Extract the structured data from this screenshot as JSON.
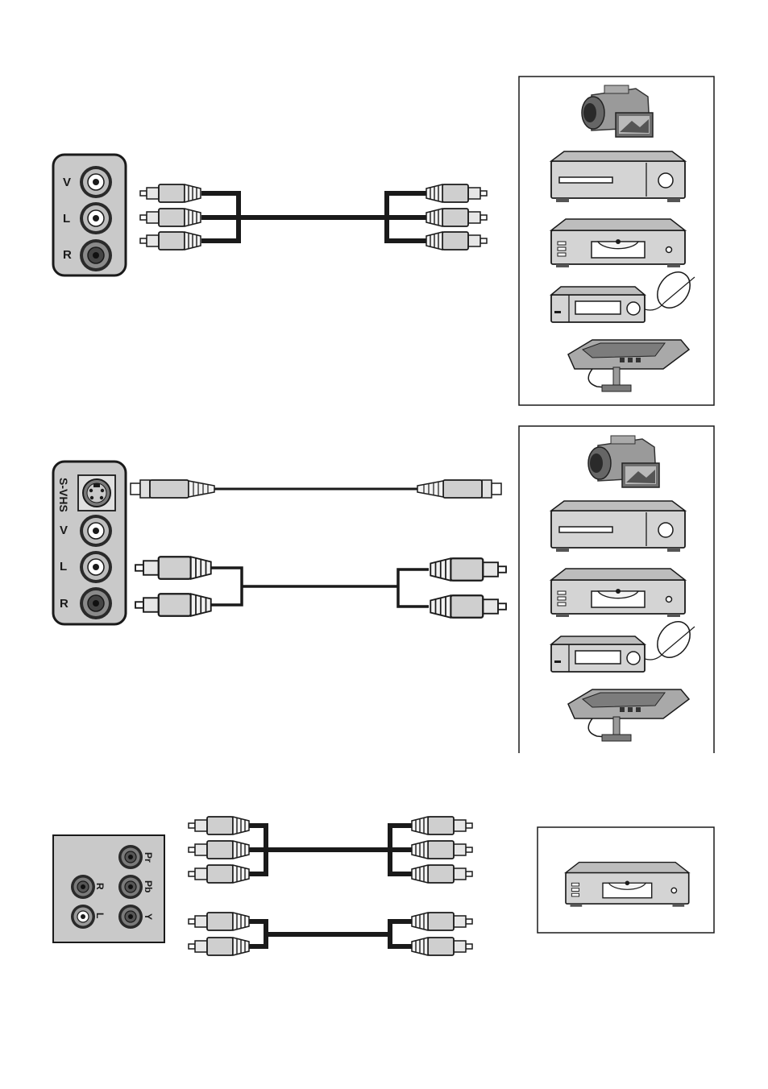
{
  "section_av": {
    "jack_labels": [
      "V",
      "L",
      "R"
    ]
  },
  "section_svhs": {
    "svhs_label": "S-VHS",
    "jack_labels": [
      "V",
      "L",
      "R"
    ]
  },
  "section_component": {
    "audio_labels": [
      "R",
      "L"
    ],
    "component_labels": [
      "Pr",
      "Pb",
      "Y"
    ]
  },
  "devices": [
    "camcorder-icon",
    "vcr-icon",
    "dvd-player-icon",
    "satellite-receiver-icon",
    "game-console-icon"
  ],
  "component_device": "dvd-player-icon",
  "colors": {
    "panel_fill": "#c9c9c9",
    "jack_fill": "#b8b8b8",
    "line": "#1a1a1a",
    "background": "#ffffff"
  }
}
